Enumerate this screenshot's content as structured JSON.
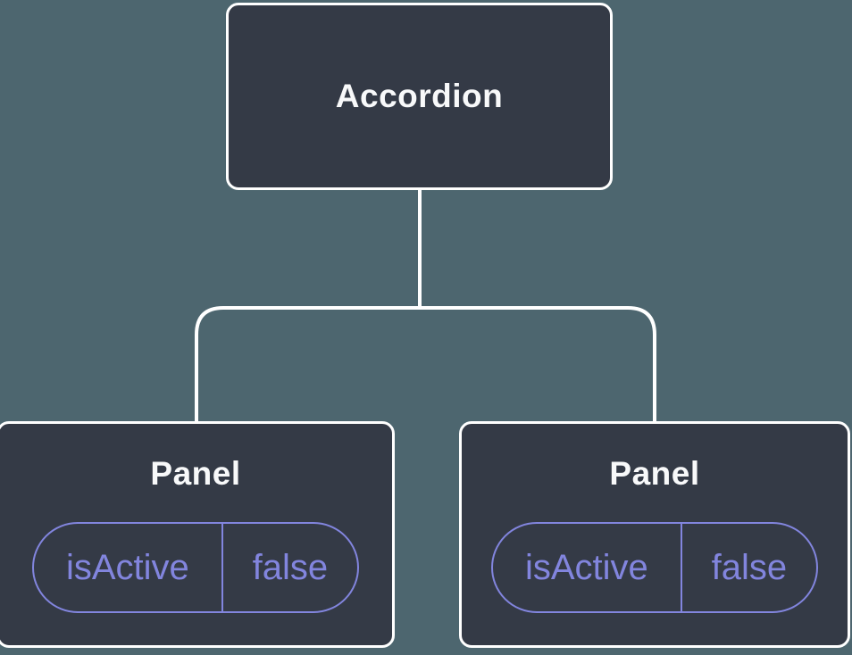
{
  "diagram": {
    "root": {
      "label": "Accordion"
    },
    "children": [
      {
        "label": "Panel",
        "state": {
          "name": "isActive",
          "value": "false"
        }
      },
      {
        "label": "Panel",
        "state": {
          "name": "isActive",
          "value": "false"
        }
      }
    ]
  },
  "colors": {
    "background": "#4D666F",
    "node_fill": "#343A46",
    "node_border": "#FFFFFF",
    "connector": "#FFFFFF",
    "state_accent": "#8285DE",
    "label_text": "#F8F9FA"
  }
}
